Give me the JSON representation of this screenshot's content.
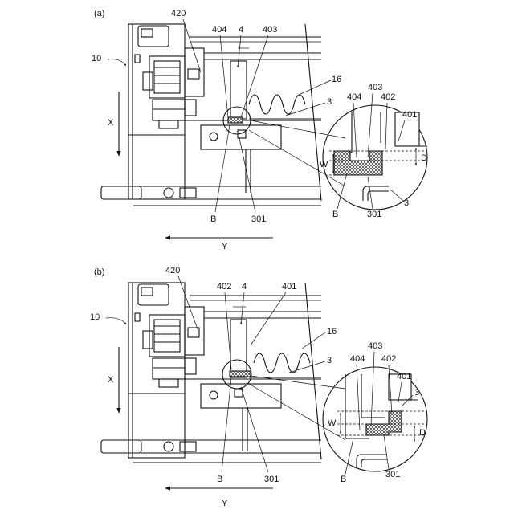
{
  "panels": [
    {
      "id": "a",
      "panel_label": "(a)",
      "labels": {
        "device": "10",
        "p420": "420",
        "p404": "404",
        "p4": "4",
        "p403": "403",
        "p16": "16",
        "p3": "3",
        "axis_x": "X",
        "axis_y": "Y",
        "B": "B",
        "p301": "301",
        "d403": "403",
        "d404": "404",
        "d402": "402",
        "d401": "401",
        "W": "W",
        "D": "D",
        "dB": "B",
        "d301": "301",
        "d3": "3"
      }
    },
    {
      "id": "b",
      "panel_label": "(b)",
      "labels": {
        "device": "10",
        "p420": "420",
        "p402": "402",
        "p4": "4",
        "p401": "401",
        "p16": "16",
        "p3": "3",
        "axis_x": "X",
        "axis_y": "Y",
        "B": "B",
        "p301": "301",
        "d403": "403",
        "d404": "404",
        "d402": "402",
        "d401": "401",
        "d3": "3",
        "W": "W",
        "D": "D",
        "dB": "B",
        "d301": "301"
      }
    }
  ]
}
